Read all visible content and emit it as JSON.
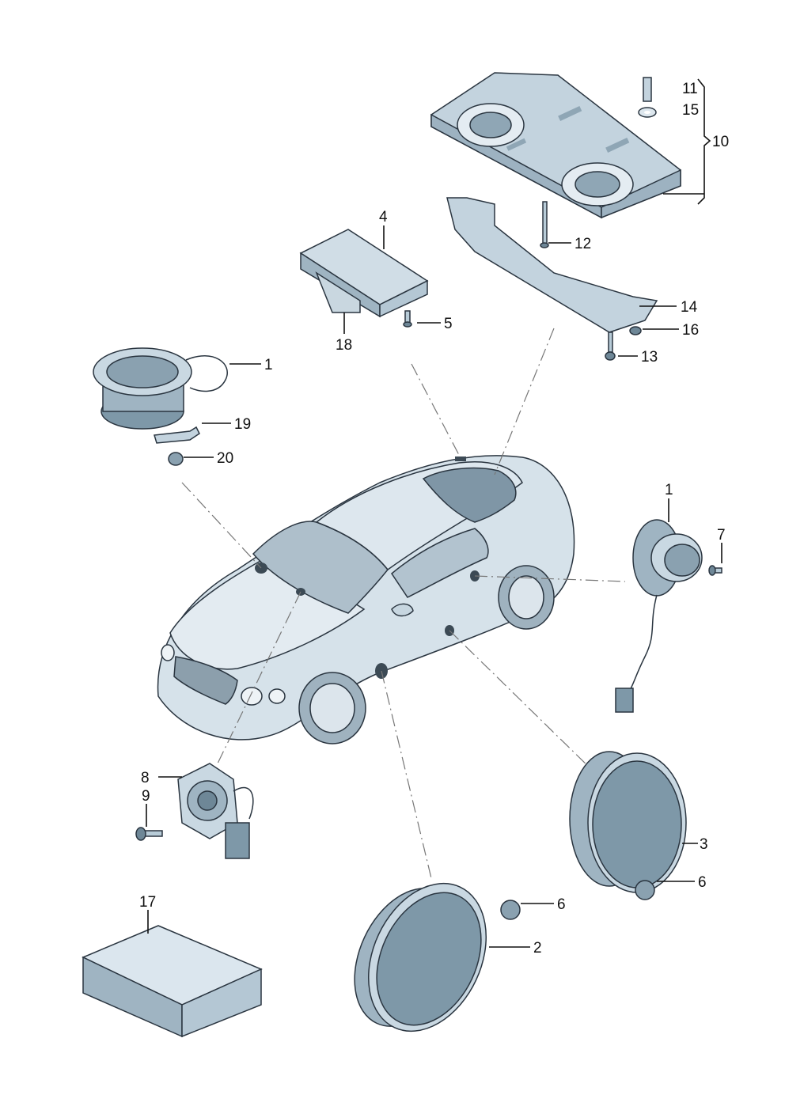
{
  "diagram": {
    "callouts": {
      "c1_top": "1",
      "c19": "19",
      "c20": "20",
      "c4": "4",
      "c5": "5",
      "c18": "18",
      "c11": "11",
      "c15": "15",
      "c10": "10",
      "c12": "12",
      "c14": "14",
      "c16": "16",
      "c13": "13",
      "c1_right": "1",
      "c7": "7",
      "c8": "8",
      "c9": "9",
      "c3": "3",
      "c6_right": "6",
      "c17": "17",
      "c6_mid": "6",
      "c2": "2"
    },
    "colors": {
      "part_fill": "#b8ccd8",
      "part_light": "#dbe6ee",
      "part_dark": "#6e8797",
      "speaker_cone": "#7e98a8",
      "car_body": "#d4e0e8",
      "line": "#111111"
    }
  }
}
